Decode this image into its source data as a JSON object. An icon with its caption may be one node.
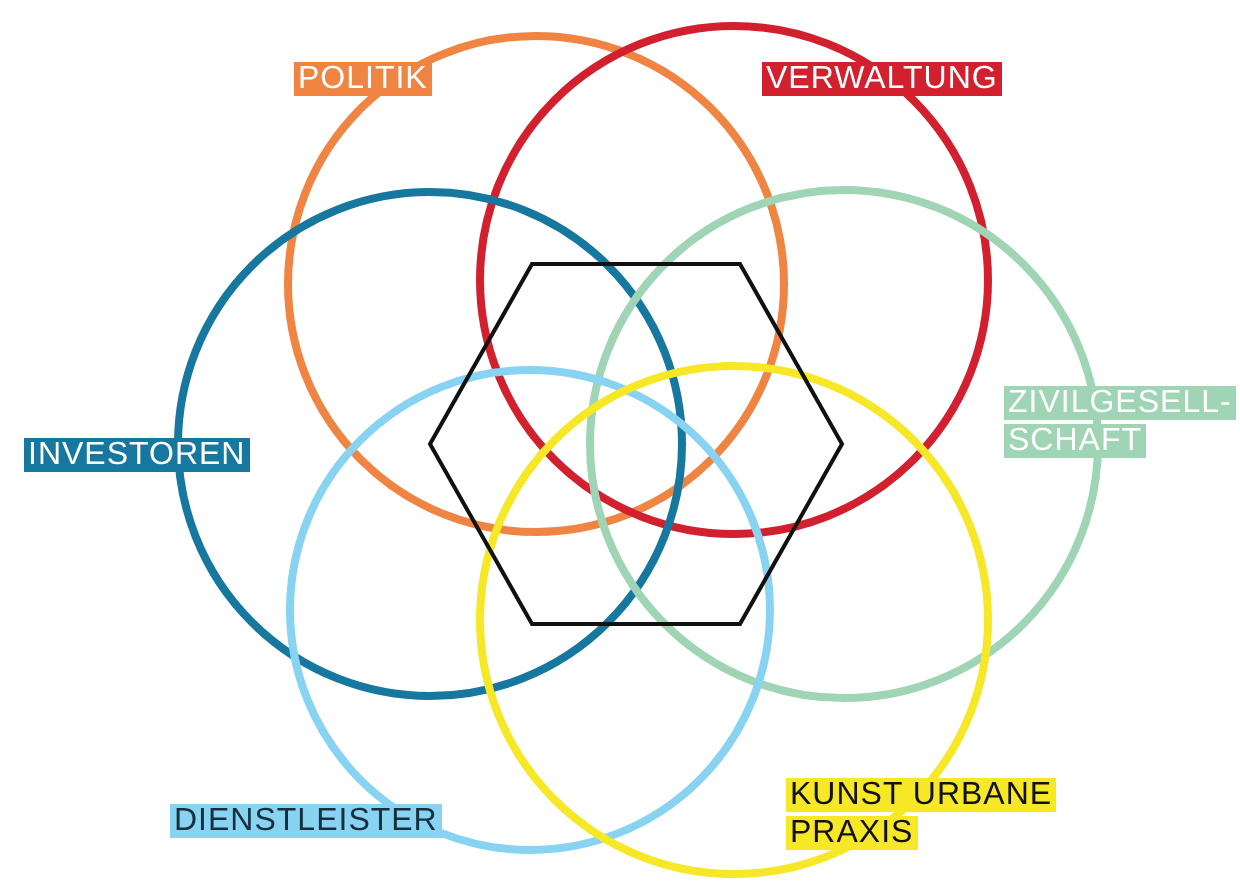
{
  "diagram": {
    "nodes": [
      {
        "text": [
          "POLITIK"
        ]
      },
      {
        "text": [
          "VERWALTUNG"
        ]
      },
      {
        "text": [
          "INVESTOREN"
        ]
      },
      {
        "text": [
          "ZIVILGESELL- SCHAFT"
        ]
      },
      {
        "text": [
          "DIENSTLEISTER"
        ]
      },
      {
        "text": [
          "KUNST URBANE PRAXIS"
        ]
      },
      {
        "text": [],
        "shape": "hexagon"
      }
    ],
    "edges": []
  }
}
